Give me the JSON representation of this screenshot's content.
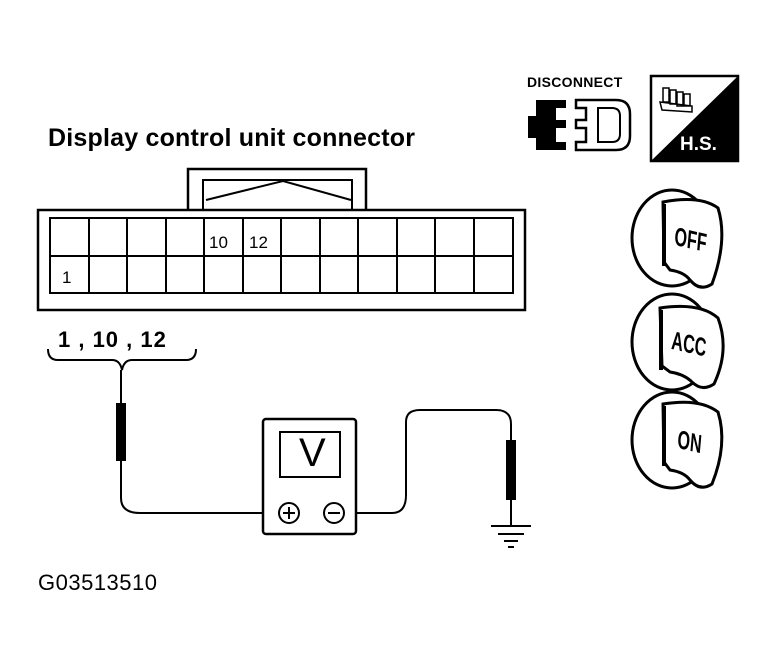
{
  "title": "Display control unit connector",
  "connector": {
    "pin_label_10": "10",
    "pin_label_12": "12",
    "pin_label_1": "1"
  },
  "probe_pins_label": "1 , 10 , 12",
  "voltmeter": {
    "unit": "V",
    "plus_symbol": "+",
    "minus_symbol": "−"
  },
  "disconnect_label": "DISCONNECT",
  "hs_label": "H.S.",
  "ignition_positions": [
    "OFF",
    "ACC",
    "ON"
  ],
  "figure_code": "G03513510"
}
